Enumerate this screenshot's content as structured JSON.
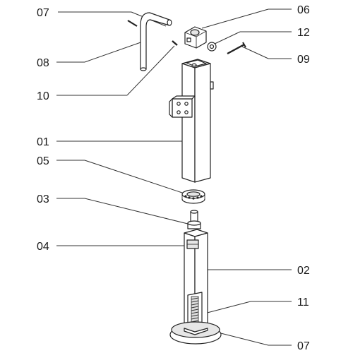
{
  "diagram": {
    "labels": [
      {
        "id": "left-top-07",
        "text": "07"
      },
      {
        "id": "left-08",
        "text": "08"
      },
      {
        "id": "left-10",
        "text": "10"
      },
      {
        "id": "left-01",
        "text": "01"
      },
      {
        "id": "left-05",
        "text": "05"
      },
      {
        "id": "left-03",
        "text": "03"
      },
      {
        "id": "left-04",
        "text": "04"
      },
      {
        "id": "right-06",
        "text": "06"
      },
      {
        "id": "right-12",
        "text": "12"
      },
      {
        "id": "right-09",
        "text": "09"
      },
      {
        "id": "right-02",
        "text": "02"
      },
      {
        "id": "right-11",
        "text": "11"
      },
      {
        "id": "right-bottom-07",
        "text": "07"
      }
    ]
  }
}
